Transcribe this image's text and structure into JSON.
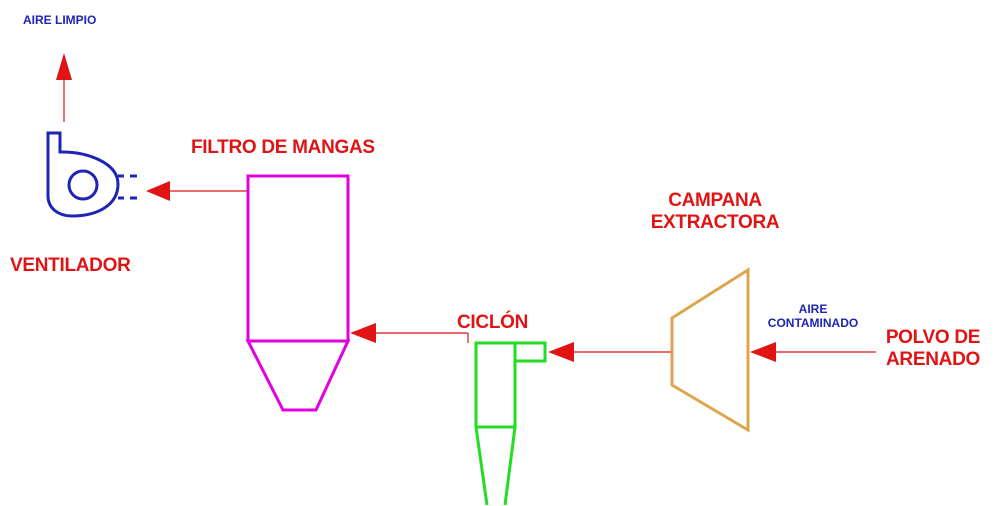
{
  "labels": {
    "aire_limpio": "AIRE LIMPIO",
    "filtro_de_mangas": "FILTRO DE MANGAS",
    "ventilador": "VENTILADOR",
    "campana_line1": "CAMPANA",
    "campana_line2": "EXTRACTORA",
    "ciclon": "CICLÓN",
    "aire_contaminado_line1": "AIRE",
    "aire_contaminado_line2": "CONTAMINADO",
    "polvo_line1": "POLVO DE",
    "polvo_line2": "ARENADO"
  },
  "colors": {
    "arrow": "#e01414",
    "label_main": "#e01414",
    "label_air": "#1e24b4",
    "fan": "#1e24b4",
    "bag_filter": "#e000e0",
    "cyclone": "#22dd22",
    "hood": "#dca64e"
  },
  "icons": {
    "fan": "centrifugal-fan-icon",
    "bag_filter": "bag-filter-icon",
    "cyclone": "cyclone-separator-icon",
    "hood": "extraction-hood-icon"
  }
}
